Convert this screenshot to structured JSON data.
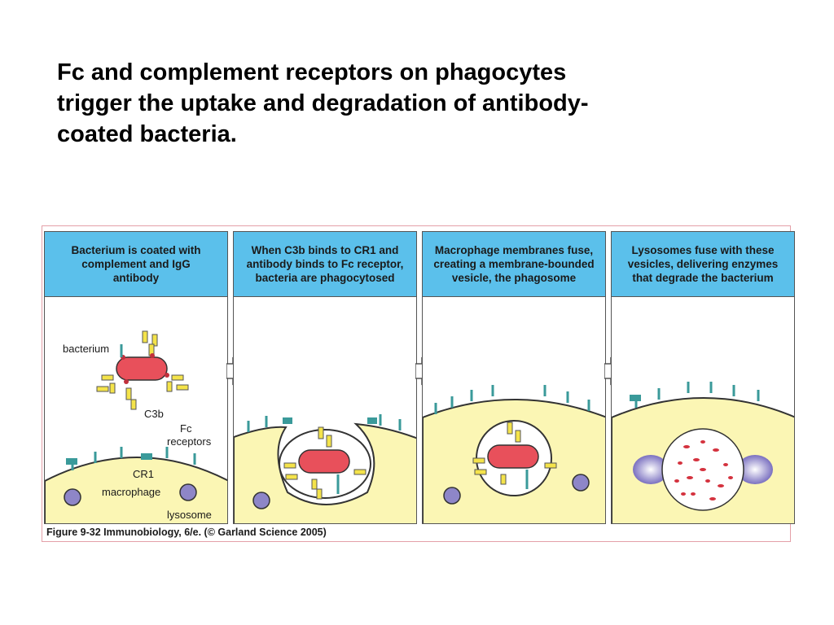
{
  "title_lines": [
    "Fc and complement receptors on phagocytes",
    "trigger the uptake and degradation of antibody-",
    "coated bacteria."
  ],
  "panels": [
    {
      "header_lines": [
        "Bacterium is coated with",
        "complement and IgG",
        "antibody"
      ]
    },
    {
      "header_lines": [
        "When C3b binds to CR1 and",
        "antibody binds to Fc receptor,",
        "bacteria are phagocytosed"
      ]
    },
    {
      "header_lines": [
        "Macrophage membranes fuse,",
        "creating a membrane-bounded",
        "vesicle, the phagosome"
      ]
    },
    {
      "header_lines": [
        "Lysosomes fuse with these",
        "vesicles, delivering enzymes",
        "that degrade the bacterium"
      ]
    }
  ],
  "labels": {
    "bacterium": "bacterium",
    "c3b": "C3b",
    "fc_line1": "Fc",
    "fc_line2": "receptors",
    "cr1": "CR1",
    "macrophage": "macrophage",
    "lysosome": "lysosome"
  },
  "caption": "Figure 9-32  Immunobiology, 6/e. (© Garland Science 2005)",
  "colors": {
    "header_blue": "#5bc0eb",
    "cell_yellow": "#fbf6b4",
    "bacterium_red": "#e8505b",
    "antibody_yellow": "#f4e34a",
    "receptor_teal": "#3a9a9a",
    "lysosome_purple": "#8e86c8"
  }
}
